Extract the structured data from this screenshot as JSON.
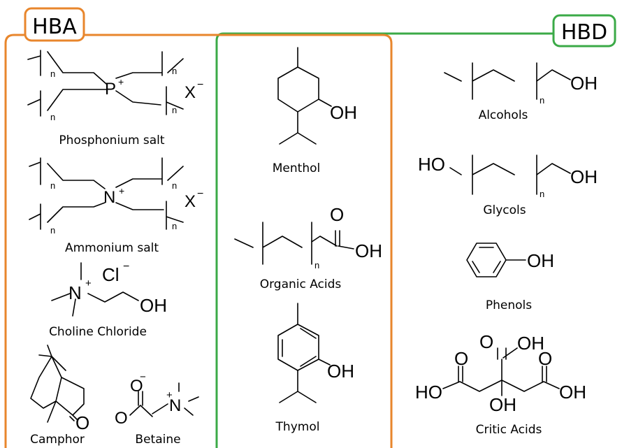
{
  "groups": {
    "hba": {
      "label": "HBA",
      "color": "#E8862C"
    },
    "hbd": {
      "label": "HBD",
      "color": "#3BAA47"
    }
  },
  "hba_compounds": [
    {
      "name": "Phosphonium salt",
      "center_atom": "P",
      "charge": "+",
      "counter_ion": "X",
      "counter_charge": "−",
      "subscript": "n"
    },
    {
      "name": "Ammonium salt",
      "center_atom": "N",
      "charge": "+",
      "counter_ion": "X",
      "counter_charge": "−",
      "subscript": "n"
    },
    {
      "name": "Choline Chloride",
      "center_atom": "N",
      "charge": "+",
      "chloride": "Cl",
      "chloride_charge": "−",
      "hydroxyl": "OH"
    },
    {
      "name": "Camphor",
      "oxygen": "O"
    },
    {
      "name": "Betaine",
      "oxygen_top": "O",
      "oxygen_charge": "−",
      "oxygen": "O",
      "center_atom": "N",
      "charge": "+"
    }
  ],
  "mid_compounds": [
    {
      "name": "Menthol",
      "hydroxyl": "OH"
    },
    {
      "name": "Organic Acids",
      "oxygen": "O",
      "hydroxyl": "OH",
      "subscript": "n"
    },
    {
      "name": "Thymol",
      "hydroxyl": "OH"
    }
  ],
  "hbd_compounds": [
    {
      "name": "Alcohols",
      "hydroxyl": "OH",
      "subscript": "n"
    },
    {
      "name": "Glycols",
      "hydroxyl_left": "HO",
      "hydroxyl": "OH",
      "subscript": "n"
    },
    {
      "name": "Phenols",
      "hydroxyl": "OH"
    },
    {
      "name": "Critic Acids",
      "o1": "O",
      "oh1": "OH",
      "o2": "O",
      "ho_left": "HO",
      "oh_mid": "OH",
      "oh_right": "OH"
    }
  ]
}
